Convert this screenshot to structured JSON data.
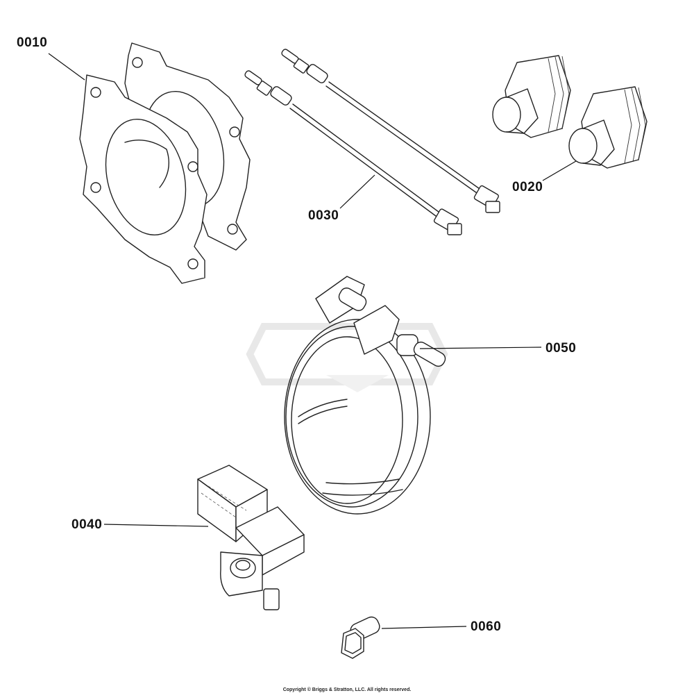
{
  "callouts": {
    "c0010": "0010",
    "c0020": "0020",
    "c0030": "0030",
    "c0040": "0040",
    "c0050": "0050",
    "c0060": "0060"
  },
  "copyright": "Copyright © Briggs & Stratton, LLC. All rights reserved.",
  "colors": {
    "line": "#222222",
    "watermark": "#e2e2e2"
  }
}
